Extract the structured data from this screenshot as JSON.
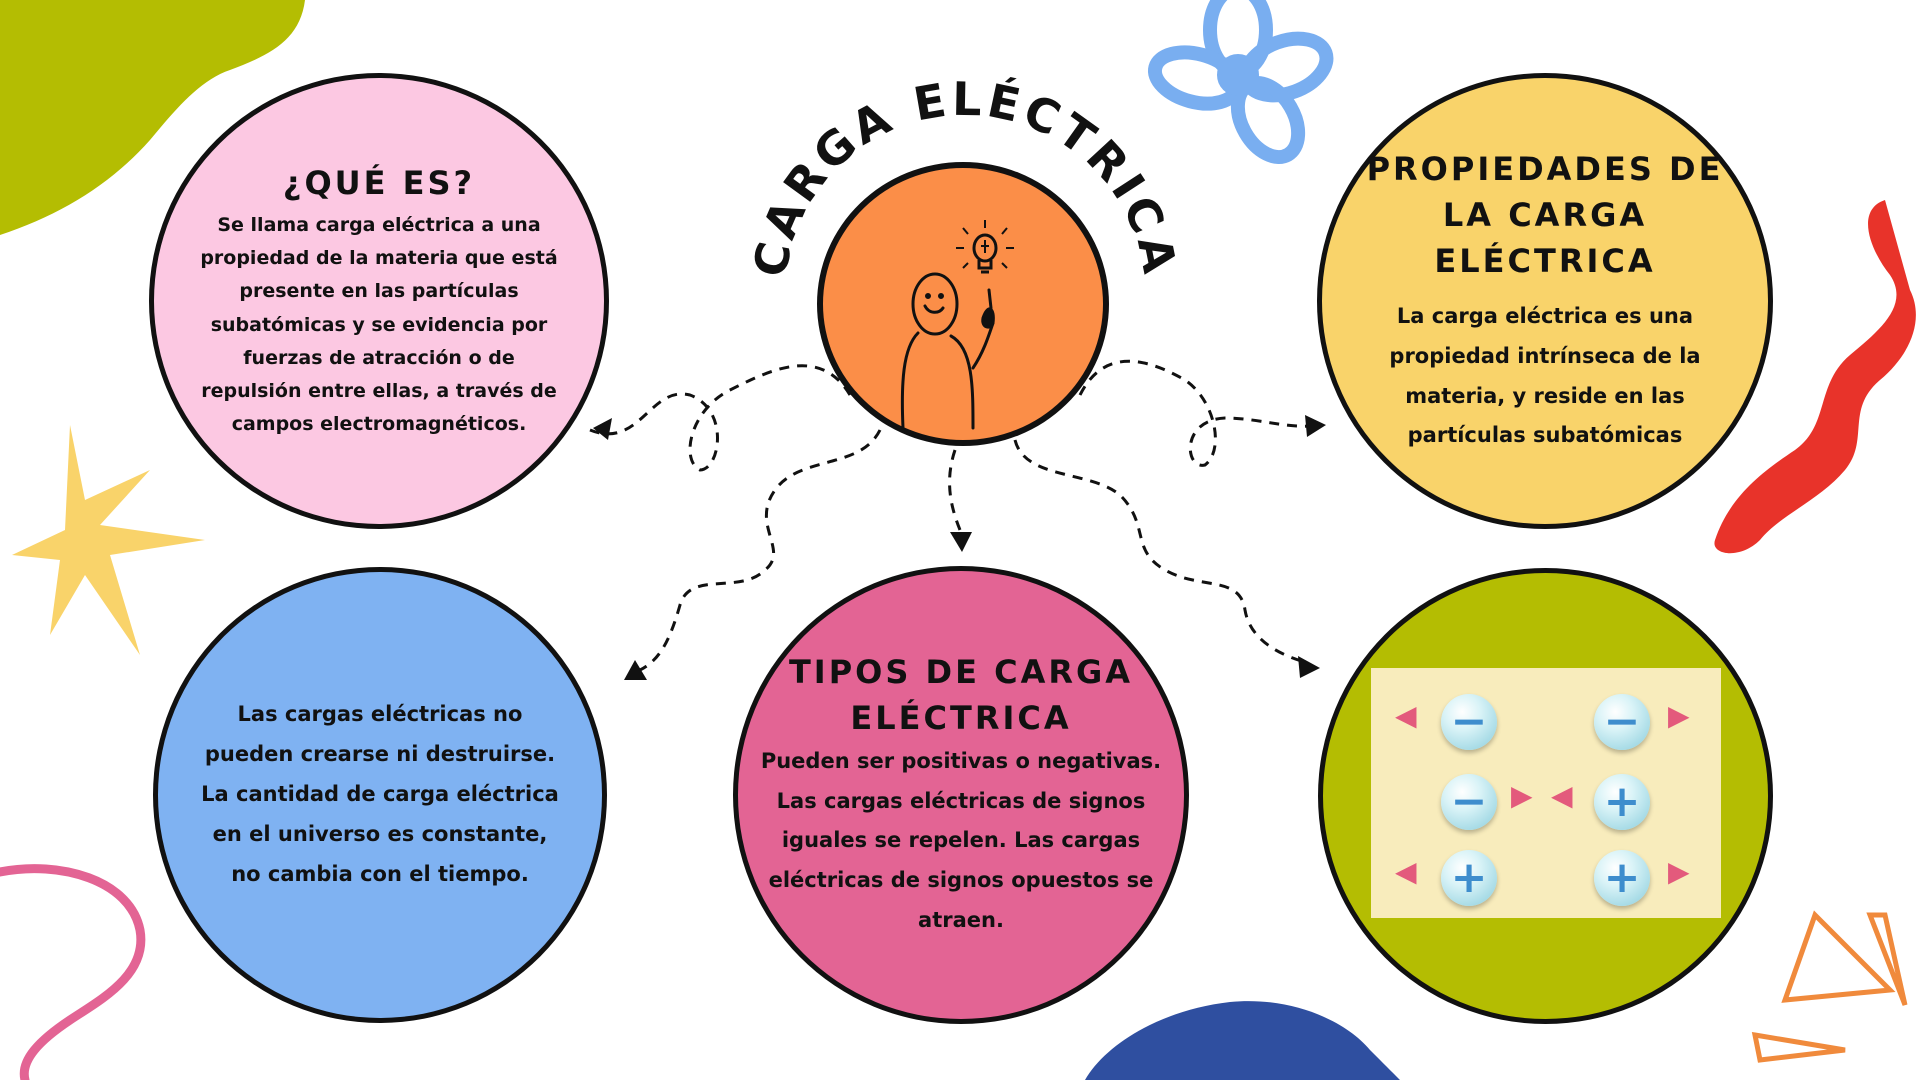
{
  "title": "CARGA ELÉCTRICA",
  "nodes": {
    "que_es": {
      "heading": "¿QUÉ ES?",
      "text": "Se llama carga eléctrica a una propiedad de la materia que está presente en las partículas subatómicas y se evidencia por fuerzas de atracción o de repulsión entre ellas, a través de campos electromagnéticos."
    },
    "propiedades": {
      "heading": "PROPIEDADES DE LA CARGA ELÉCTRICA",
      "text": "La carga eléctrica es una propiedad intrínseca de la materia, y reside en las partículas subatómicas"
    },
    "conservacion": {
      "text": "Las cargas eléctricas no pueden crearse ni destruirse. La cantidad de carga eléctrica en el universo es constante, no cambia con el tiempo."
    },
    "tipos": {
      "heading": "TIPOS DE CARGA ELÉCTRICA",
      "text": "Pueden ser positivas o negativas. Las cargas eléctricas de signos iguales se repelen. Las cargas eléctricas de signos opuestos se atraen."
    }
  },
  "charge_symbols": {
    "negative": "−",
    "positive": "+"
  },
  "colors": {
    "que_es": "#fcc8e2",
    "propiedades": "#f9d36a",
    "conservacion": "#7fb2f2",
    "tipos": "#e36494",
    "diagram_bg": "#b4bd02",
    "center": "#fb8e48",
    "arrows": "#e35a7c"
  },
  "icons": [
    "lightbulb-icon",
    "stick-figure-icon",
    "star-icon",
    "flower-icon"
  ]
}
